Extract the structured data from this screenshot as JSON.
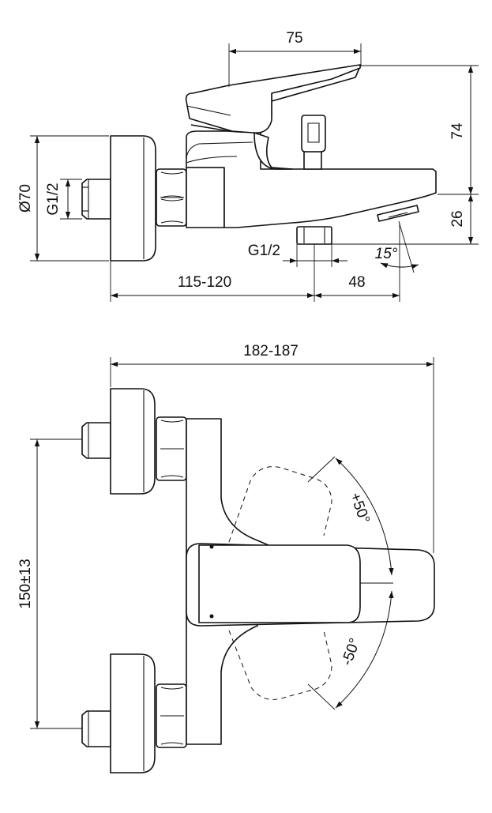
{
  "side_view": {
    "dim_spout_offset": "75",
    "dim_height_top": "74",
    "dim_height_bottom": "26",
    "dim_rosette_diameter": "Ø70",
    "dim_inlet_thread": "G1/2",
    "dim_outlet_thread": "G1/2",
    "dim_spout_angle": "15°",
    "dim_wall_to_outlet": "115-120",
    "dim_outlet_to_tip": "48"
  },
  "top_view": {
    "dim_total_depth": "182-187",
    "dim_inlet_spacing": "150±13",
    "lever_angle_plus": "+50°",
    "lever_angle_minus": "-50°"
  }
}
